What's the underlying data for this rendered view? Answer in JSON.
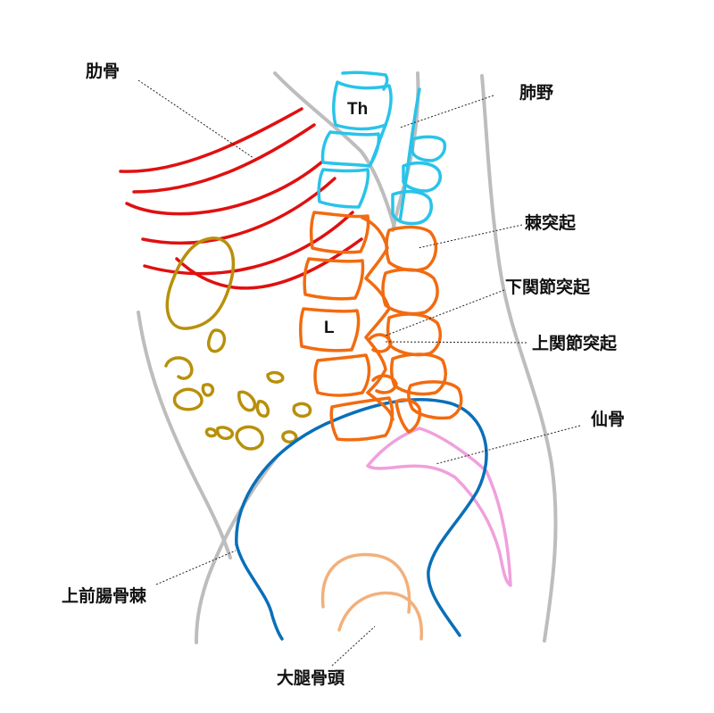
{
  "labels": {
    "rib": "肋骨",
    "lung_field": "肺野",
    "spinous_process": "棘突起",
    "inferior_articular_process": "下関節突起",
    "superior_articular_process": "上関節突起",
    "sacrum": "仙骨",
    "asis": "上前腸骨棘",
    "femoral_head": "大腿骨頭"
  },
  "vertebra_labels": {
    "thoracic": "Th",
    "lumbar": "L"
  },
  "colors": {
    "body_outline": "#bdbdbd",
    "thoracic": "#29c3ea",
    "lumbar": "#f26b10",
    "ribs": "#e01010",
    "bowel_gas": "#b8900a",
    "pelvis": "#0a6fb8",
    "sacrum": "#f0a0dc",
    "femoral_head": "#f3b07a",
    "text": "#111111"
  }
}
